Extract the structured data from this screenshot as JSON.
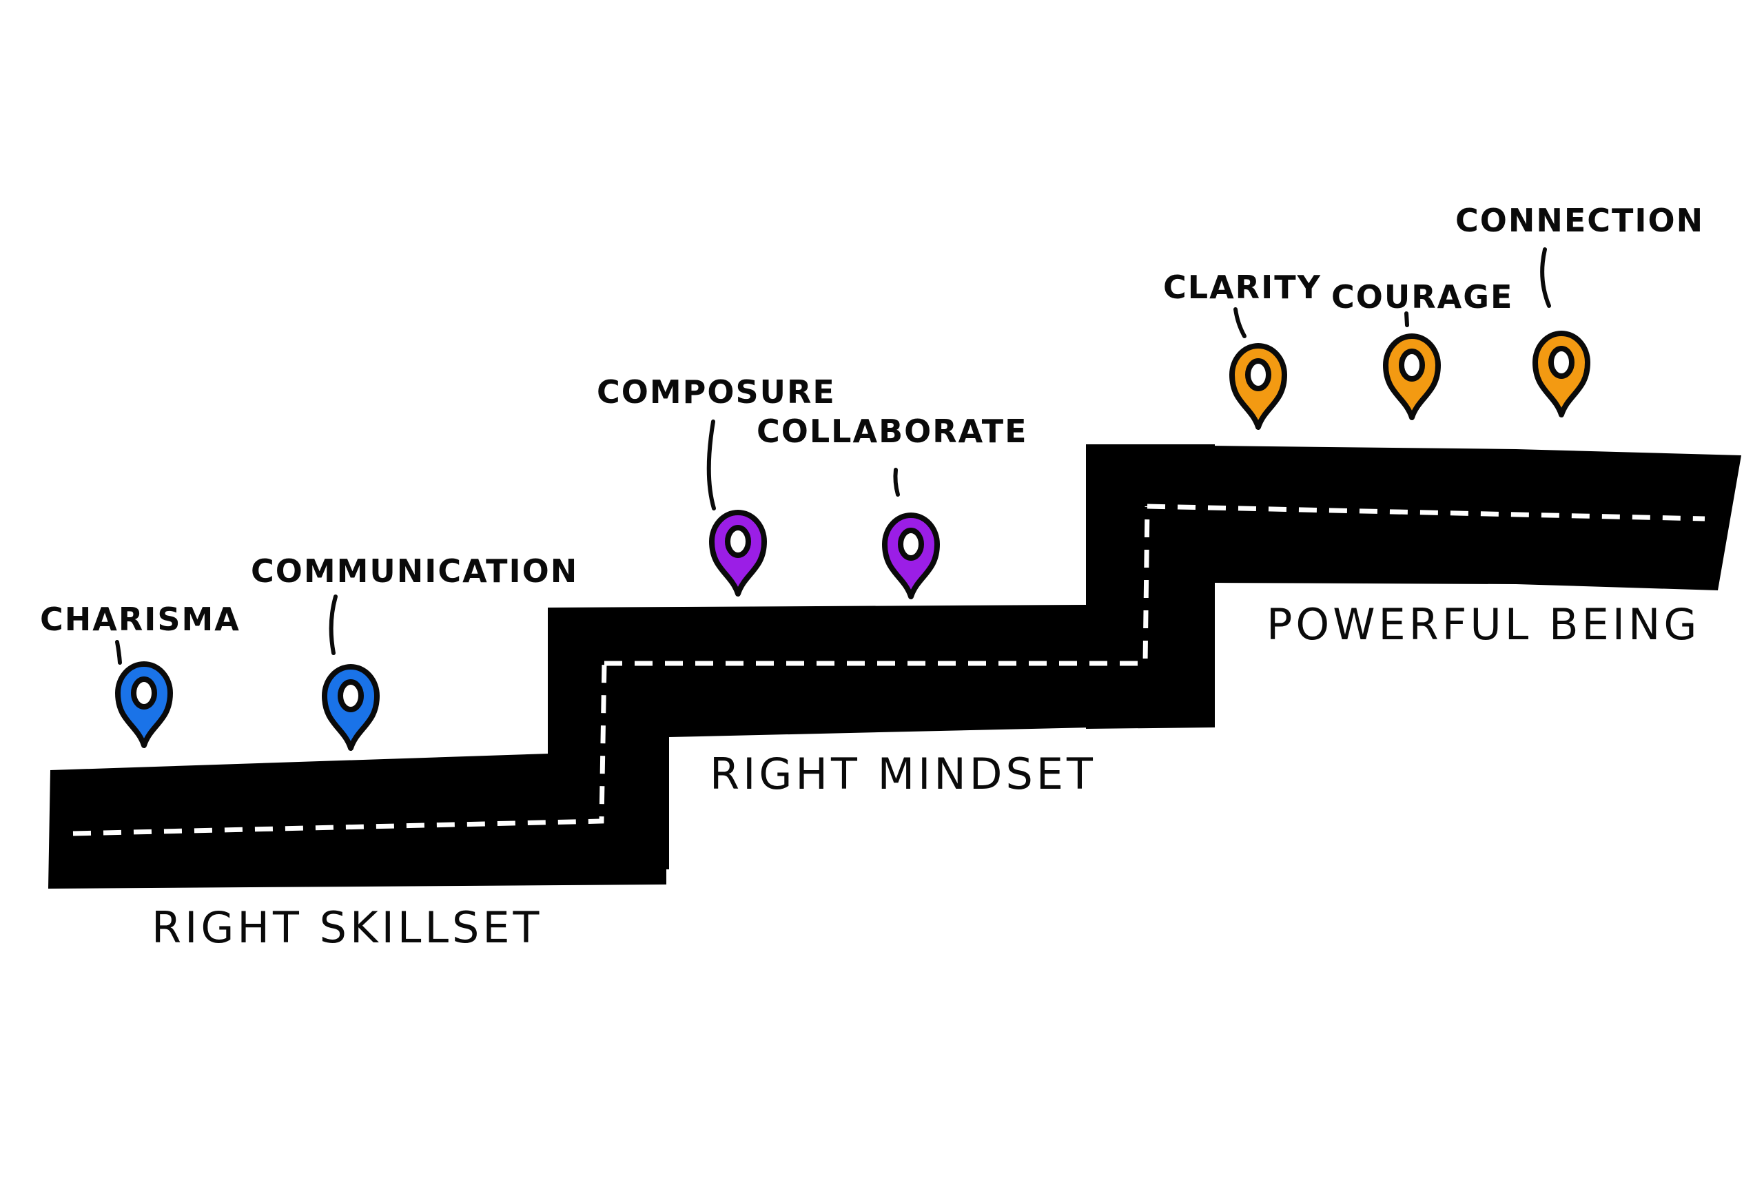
{
  "diagram": {
    "type": "journey-staircase",
    "stages": [
      {
        "id": "skillset",
        "label": "RIGHT SKILLSET",
        "color": "#1a73e8",
        "milestones": [
          "CHARISMA",
          "COMMUNICATION"
        ]
      },
      {
        "id": "mindset",
        "label": "RIGHT MINDSET",
        "color": "#9b1ee6",
        "milestones": [
          "COMPOSURE",
          "COLLABORATE"
        ]
      },
      {
        "id": "being",
        "label": "POWERFUL BEING",
        "color": "#f39a12",
        "milestones": [
          "CLARITY",
          "COURAGE",
          "CONNECTION"
        ]
      }
    ],
    "road_color": "#000000",
    "lane_marking_color": "#ffffff",
    "pin_hole_color": "#ffffff"
  },
  "pins": [
    {
      "label": "CHARISMA",
      "stage": "skillset",
      "icon": "map-pin-icon"
    },
    {
      "label": "COMMUNICATION",
      "stage": "skillset",
      "icon": "map-pin-icon"
    },
    {
      "label": "COMPOSURE",
      "stage": "mindset",
      "icon": "map-pin-icon"
    },
    {
      "label": "COLLABORATE",
      "stage": "mindset",
      "icon": "map-pin-icon"
    },
    {
      "label": "CLARITY",
      "stage": "being",
      "icon": "map-pin-icon"
    },
    {
      "label": "COURAGE",
      "stage": "being",
      "icon": "map-pin-icon"
    },
    {
      "label": "CONNECTION",
      "stage": "being",
      "icon": "map-pin-icon"
    }
  ]
}
